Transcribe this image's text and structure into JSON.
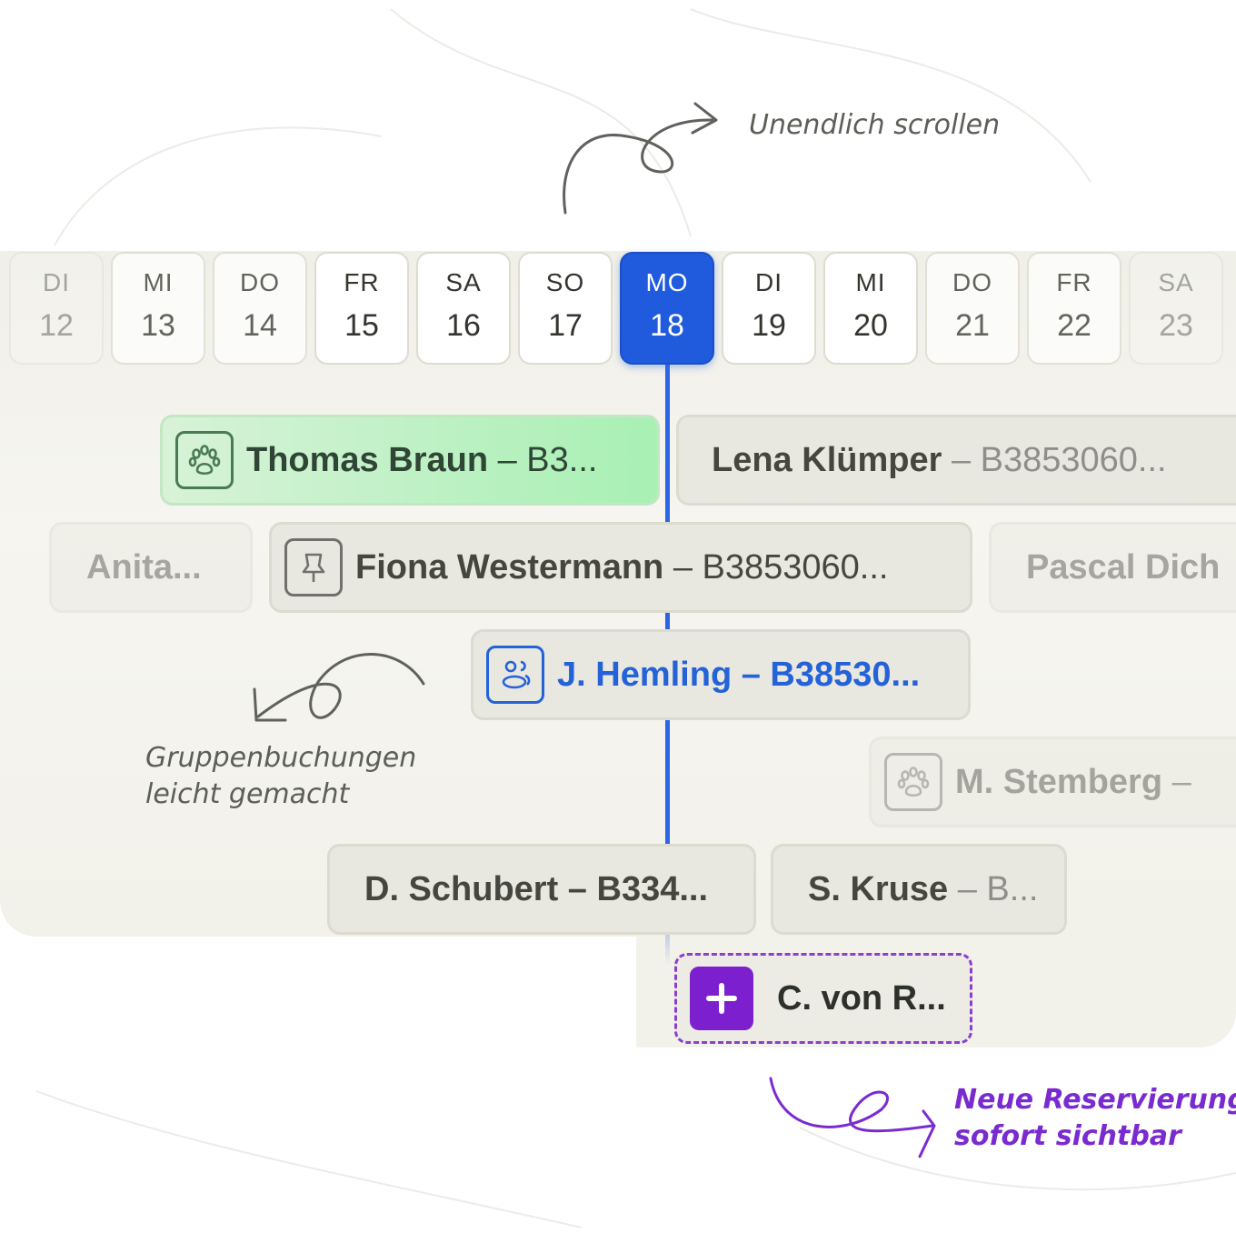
{
  "annotations": {
    "infinite_scroll": "Unendlich scrollen",
    "group_line1": "Gruppenbuchungen",
    "group_line2": "leicht gemacht",
    "new_line1": "Neue Reservierungen",
    "new_line2": "sofort sichtbar"
  },
  "days": [
    {
      "dow": "DI",
      "date": "12"
    },
    {
      "dow": "MI",
      "date": "13"
    },
    {
      "dow": "DO",
      "date": "14"
    },
    {
      "dow": "FR",
      "date": "15"
    },
    {
      "dow": "SA",
      "date": "16"
    },
    {
      "dow": "SO",
      "date": "17"
    },
    {
      "dow": "MO",
      "date": "18",
      "today": true
    },
    {
      "dow": "DI",
      "date": "19"
    },
    {
      "dow": "MI",
      "date": "20"
    },
    {
      "dow": "DO",
      "date": "21"
    },
    {
      "dow": "FR",
      "date": "22"
    },
    {
      "dow": "SA",
      "date": "23"
    }
  ],
  "bookings": {
    "thomas": {
      "name": "Thomas Braun",
      "rest": " – B3...",
      "icon": "paw-icon"
    },
    "lena": {
      "name": "Lena Klümper",
      "rest": "  – B3853060..."
    },
    "anita": {
      "name": "Anita..."
    },
    "fiona": {
      "name": "Fiona Westermann",
      "rest": "  – B3853060...",
      "icon": "pin-icon"
    },
    "pascal": {
      "name": "Pascal Dich"
    },
    "hemling": {
      "name": "J. Hemling – B38530...",
      "icon": "group-icon"
    },
    "stemberg": {
      "name": "M. Stemberg",
      "rest": " –",
      "icon": "paw-icon"
    },
    "schubert": {
      "name": "D. Schubert – B334..."
    },
    "kruse": {
      "name": "S. Kruse",
      "rest": " – B..."
    },
    "vonr": {
      "name": "C. von R...",
      "icon": "plus-icon"
    }
  },
  "colors": {
    "today": "#1f5bdc",
    "green_booking": "#a8f0b4",
    "group_blue": "#2462d8",
    "new_purple": "#7c1fcf"
  }
}
